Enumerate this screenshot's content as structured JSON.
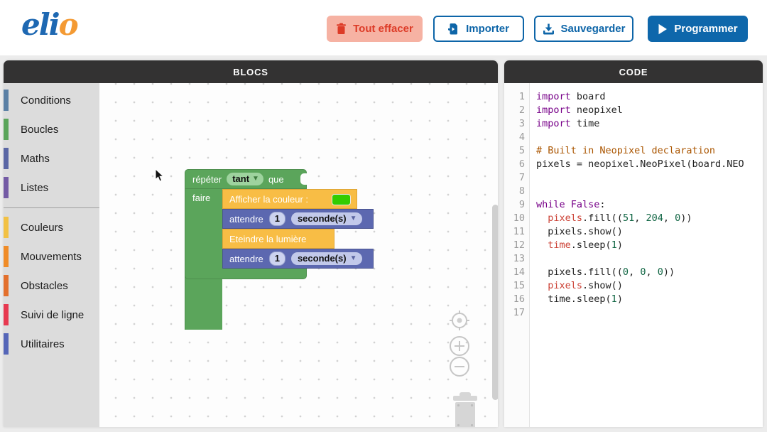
{
  "header": {
    "logo": {
      "blue_part": "eli",
      "orange_part": "o"
    },
    "buttons": {
      "clear": {
        "label": "Tout effacer"
      },
      "import": {
        "label": "Importer"
      },
      "save": {
        "label": "Sauvegarder"
      },
      "program": {
        "label": "Programmer"
      }
    },
    "colors": {
      "clear_bg": "#f6b2a3",
      "clear_text": "#dd3b27",
      "accent_blue": "#0d65a8",
      "program_bg": "#0e67ab"
    }
  },
  "blocs_panel": {
    "title": "BLOCS",
    "toolbox": {
      "groups": [
        [
          {
            "label": "Conditions",
            "color": "#5b80a5"
          },
          {
            "label": "Boucles",
            "color": "#5ba55b"
          },
          {
            "label": "Maths",
            "color": "#5b67a5"
          },
          {
            "label": "Listes",
            "color": "#745ba5"
          }
        ],
        [
          {
            "label": "Couleurs",
            "color": "#f2c144"
          },
          {
            "label": "Mouvements",
            "color": "#f08c28"
          },
          {
            "label": "Obstacles",
            "color": "#e3702d"
          },
          {
            "label": "Suivi de ligne",
            "color": "#e73950"
          },
          {
            "label": "Utilitaires",
            "color": "#5566b8"
          }
        ]
      ]
    },
    "workspace": {
      "repeat_block": {
        "start_label": "répéter",
        "dropdown_value": "tant",
        "end_label": "que",
        "do_label": "faire",
        "color": "#5ba55b"
      },
      "children": [
        {
          "label": "Afficher la couleur :",
          "swatch_color": "#33cc00",
          "color": "#f8bd45"
        },
        {
          "label": "attendre",
          "value": "1",
          "unit": "seconde(s)",
          "color": "#5c68b0"
        },
        {
          "label": "Eteindre la lumière",
          "color": "#f8bd45"
        },
        {
          "label": "attendre",
          "value": "1",
          "unit": "seconde(s)",
          "color": "#5c68b0"
        }
      ]
    }
  },
  "code_panel": {
    "title": "CODE",
    "token_colors": {
      "kw": "#770088",
      "cm": "#aa5500",
      "num": "#116644",
      "red": "#cb3f33",
      "pl": "#1f1f1f"
    },
    "lines": [
      {
        "num": 1,
        "tokens": [
          [
            "import",
            "kw"
          ],
          [
            " board",
            "pl"
          ]
        ]
      },
      {
        "num": 2,
        "tokens": [
          [
            "import",
            "kw"
          ],
          [
            " neopixel",
            "pl"
          ]
        ]
      },
      {
        "num": 3,
        "tokens": [
          [
            "import",
            "kw"
          ],
          [
            " time",
            "pl"
          ]
        ]
      },
      {
        "num": 4,
        "tokens": []
      },
      {
        "num": 5,
        "tokens": [
          [
            "# Built in Neopixel declaration",
            "cm"
          ]
        ]
      },
      {
        "num": 6,
        "tokens": [
          [
            "pixels = neopixel.NeoPixel(board.NEO",
            "pl"
          ]
        ]
      },
      {
        "num": 7,
        "tokens": []
      },
      {
        "num": 8,
        "tokens": []
      },
      {
        "num": 9,
        "tokens": [
          [
            "while",
            "kw"
          ],
          [
            " ",
            "pl"
          ],
          [
            "False",
            "kw"
          ],
          [
            ":",
            "pl"
          ]
        ]
      },
      {
        "num": 10,
        "tokens": [
          [
            "  ",
            "pl"
          ],
          [
            "pixels",
            "red"
          ],
          [
            ".fill((",
            "pl"
          ],
          [
            "51",
            "num"
          ],
          [
            ", ",
            "pl"
          ],
          [
            "204",
            "num"
          ],
          [
            ", ",
            "pl"
          ],
          [
            "0",
            "num"
          ],
          [
            "))",
            "pl"
          ]
        ]
      },
      {
        "num": 11,
        "tokens": [
          [
            "  pixels.show()",
            "pl"
          ]
        ]
      },
      {
        "num": 12,
        "tokens": [
          [
            "  ",
            "pl"
          ],
          [
            "time",
            "red"
          ],
          [
            ".sleep(",
            "pl"
          ],
          [
            "1",
            "num"
          ],
          [
            ")",
            "pl"
          ]
        ]
      },
      {
        "num": 13,
        "tokens": []
      },
      {
        "num": 14,
        "tokens": [
          [
            "  pixels.fill((",
            "pl"
          ],
          [
            "0",
            "num"
          ],
          [
            ", ",
            "pl"
          ],
          [
            "0",
            "num"
          ],
          [
            ", ",
            "pl"
          ],
          [
            "0",
            "num"
          ],
          [
            "))",
            "pl"
          ]
        ]
      },
      {
        "num": 15,
        "tokens": [
          [
            "  ",
            "pl"
          ],
          [
            "pixels",
            "red"
          ],
          [
            ".show()",
            "pl"
          ]
        ]
      },
      {
        "num": 16,
        "tokens": [
          [
            "  time.sleep(",
            "pl"
          ],
          [
            "1",
            "num"
          ],
          [
            ")",
            "pl"
          ]
        ]
      },
      {
        "num": 17,
        "tokens": []
      }
    ]
  }
}
